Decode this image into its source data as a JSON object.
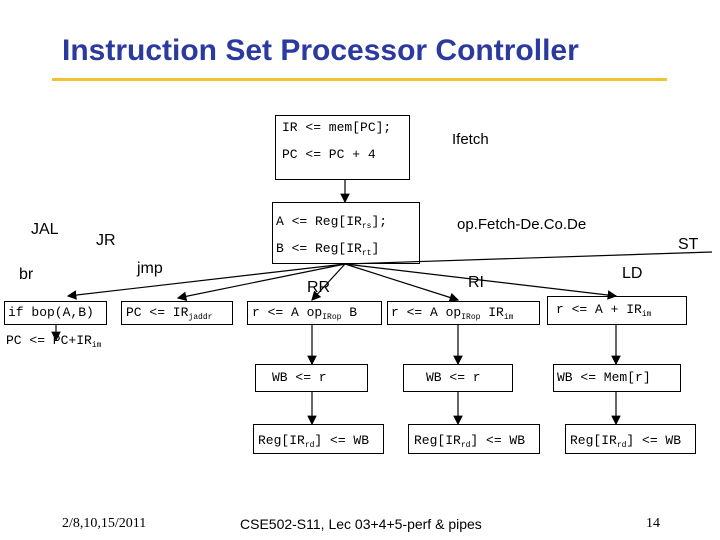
{
  "title": "Instruction Set Processor Controller",
  "ifetch_box": {
    "line1": "IR <= mem[PC];",
    "line2": "PC <= PC + 4",
    "label": "Ifetch"
  },
  "decode_box": {
    "line1_main": "A <= Reg[IR",
    "line1_sub": "rs",
    "line1_end": "];",
    "line2_main": "B <= Reg[IR",
    "line2_sub": "rt",
    "line2_end": "]",
    "label": "op.Fetch-De.Co.De"
  },
  "branch_labels": {
    "jal": "JAL",
    "jr": "JR",
    "br": "br",
    "jmp": "jmp",
    "rr": "RR",
    "ri": "RI",
    "ld": "LD",
    "st": "ST"
  },
  "states": {
    "br_cond": "if bop(A,B)",
    "br_action_main": "PC <= PC+IR",
    "br_action_sub": "im",
    "jmp_main": "PC <= IR",
    "jmp_sub": "jaddr",
    "rr_main": "r <= A op",
    "rr_sub": "IRop",
    "rr_end": " B",
    "ri_main": "r <= A op",
    "ri_sub": "IRop",
    "ri_end": " IR",
    "ri_end_sub": "im",
    "ld_main": "r <= A + IR",
    "ld_sub": "im",
    "wb_rr": "WB <= r",
    "wb_ri": "WB <= r",
    "wb_ld": "WB <= Mem[r]",
    "reg_main": "Reg[IR",
    "reg_sub": "rd",
    "reg_end": "] <= WB"
  },
  "footer": {
    "date": "2/8,10,15/2011",
    "course": "CSE502-S11, Lec 03+4+5-perf & pipes",
    "page": "14"
  }
}
